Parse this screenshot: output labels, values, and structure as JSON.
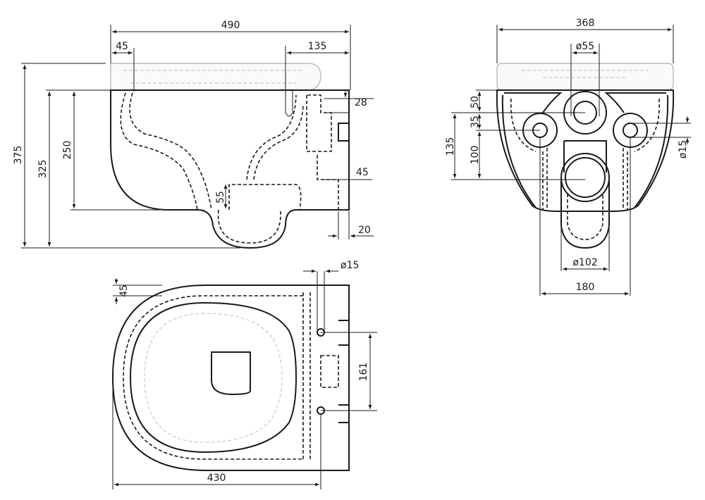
{
  "side_view": {
    "overall_length": "490",
    "seat_front_offset": "45",
    "seat_rear_offset": "135",
    "inlet_height": "28",
    "outlet_offset": "45",
    "wall_gap": "20",
    "outlet_height": "55",
    "bowl_height": "250",
    "height_without_seat": "325",
    "total_height": "375"
  },
  "rear_view": {
    "overall_width": "368",
    "inlet_diameter": "ø55",
    "inlet_top": "50",
    "inlet_to_bolt": "35",
    "bolt_to_outlet": "100",
    "top_to_outlet": "135",
    "bolt_diameter": "ø15",
    "outlet_diameter": "ø102",
    "bolt_spacing": "180"
  },
  "top_view": {
    "bolt_diameter": "ø15",
    "rim_offset": "45",
    "bolt_spacing": "161",
    "overall_length": "430"
  }
}
